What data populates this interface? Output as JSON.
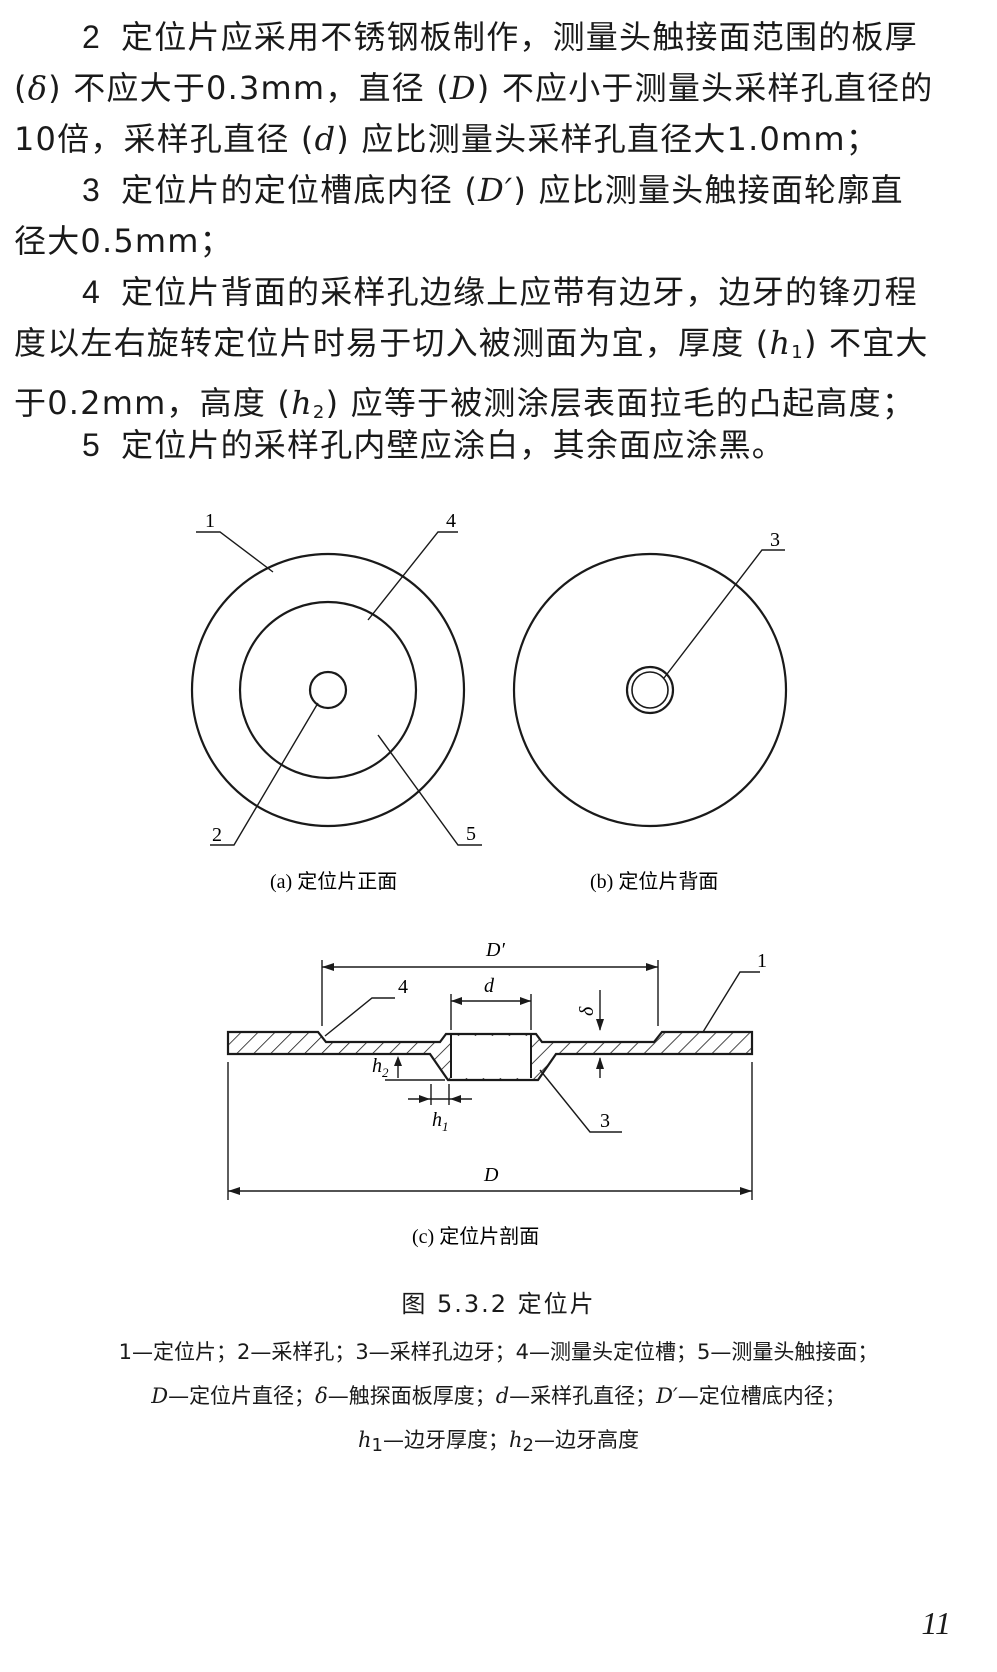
{
  "paragraphs": {
    "p2": {
      "num": "2",
      "l1": "定位片应采用不锈钢板制作，测量头触接面范围的板厚",
      "l2a": "(",
      "l2sym": "δ",
      "l2b": ") 不应大于0.3mm，直径 (",
      "l2sym2": "D",
      "l2c": ") 不应小于测量头采样孔直径的",
      "l3a": "10倍，采样孔直径 (",
      "l3sym": "d",
      "l3b": ") 应比测量头采样孔直径大1.0mm；"
    },
    "p3": {
      "num": "3",
      "l1a": "定位片的定位槽底内径 (",
      "l1sym": "D′",
      "l1b": ") 应比测量头触接面轮廓直",
      "l2": "径大0.5mm；"
    },
    "p4": {
      "num": "4",
      "l1": "定位片背面的采样孔边缘上应带有边牙，边牙的锋刃程",
      "l2a": "度以左右旋转定位片时易于切入被测面为宜，厚度 (",
      "l2sym": "h",
      "l2sub": "1",
      "l2b": ") 不宜大",
      "l3a": "于0.2mm，高度 (",
      "l3sym": "h",
      "l3sub": "2",
      "l3b": ") 应等于被测涂层表面拉毛的凸起高度；"
    },
    "p5": {
      "num": "5",
      "l1": "定位片的采样孔内壁应涂白，其余面应涂黑。"
    }
  },
  "figure": {
    "labels": {
      "n1": "1",
      "n2": "2",
      "n3": "3",
      "n4": "4",
      "n5": "5",
      "c_n1": "1",
      "c_n3": "3",
      "c_n4": "4"
    },
    "caption_a": "(a) 定位片正面",
    "caption_b": "(b) 定位片背面",
    "caption_c": "(c) 定位片剖面",
    "dims": {
      "D_prime": "D′",
      "d": "d",
      "delta": "δ",
      "h2": "h",
      "h2_sub": "2",
      "h1": "h",
      "h1_sub": "1",
      "D": "D"
    },
    "title": "图 5.3.2  定位片",
    "legend": {
      "line1": "1—定位片；2—采样孔；3—采样孔边牙；4—测量头定位槽；5—测量头触接面；",
      "line2a_sym": "D",
      "line2a": "—定位片直径；",
      "line2b_sym": "δ",
      "line2b": "—触探面板厚度；",
      "line2c_sym": "d",
      "line2c": "—采样孔直径；",
      "line2d_sym": "D′",
      "line2d": "—定位槽底内径；",
      "line3a_sym": "h",
      "line3a_sub": "1",
      "line3a": "—边牙厚度；",
      "line3b_sym": "h",
      "line3b_sub": "2",
      "line3b": "—边牙高度"
    }
  },
  "page_number": "11"
}
